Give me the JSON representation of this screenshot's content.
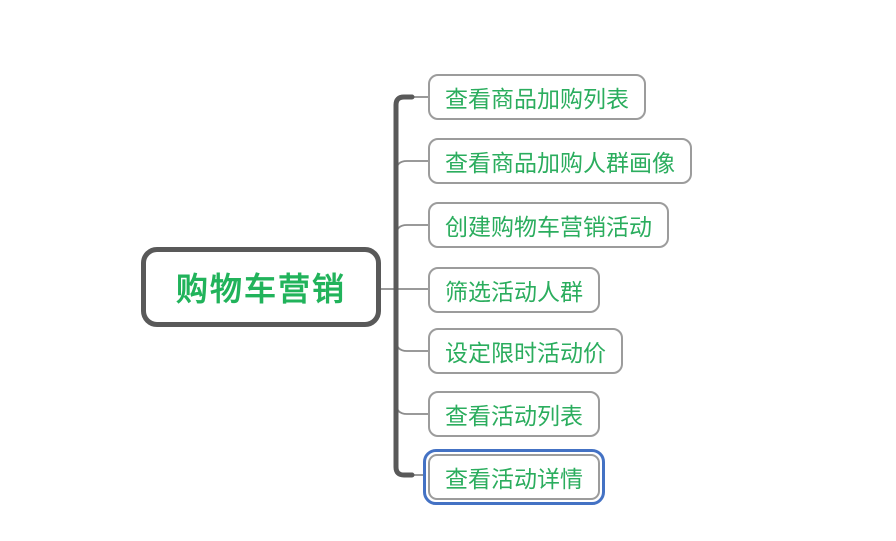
{
  "mindmap": {
    "root": {
      "label": "购物车营销"
    },
    "children": [
      {
        "label": "查看商品加购列表",
        "selected": false
      },
      {
        "label": "查看商品加购人群画像",
        "selected": false
      },
      {
        "label": "创建购物车营销活动",
        "selected": false
      },
      {
        "label": "筛选活动人群",
        "selected": false
      },
      {
        "label": "设定限时活动价",
        "selected": false
      },
      {
        "label": "查看活动列表",
        "selected": false
      },
      {
        "label": "查看活动详情",
        "selected": true
      }
    ],
    "colors": {
      "node_text_green": "#2bad5e",
      "root_border_gray": "#595959",
      "child_border_gray": "#9c9c9c",
      "trunk_gray": "#595959",
      "branch_line_gray": "#8c8c8c",
      "selection_blue": "#4472c4",
      "background": "#ffffff"
    }
  }
}
